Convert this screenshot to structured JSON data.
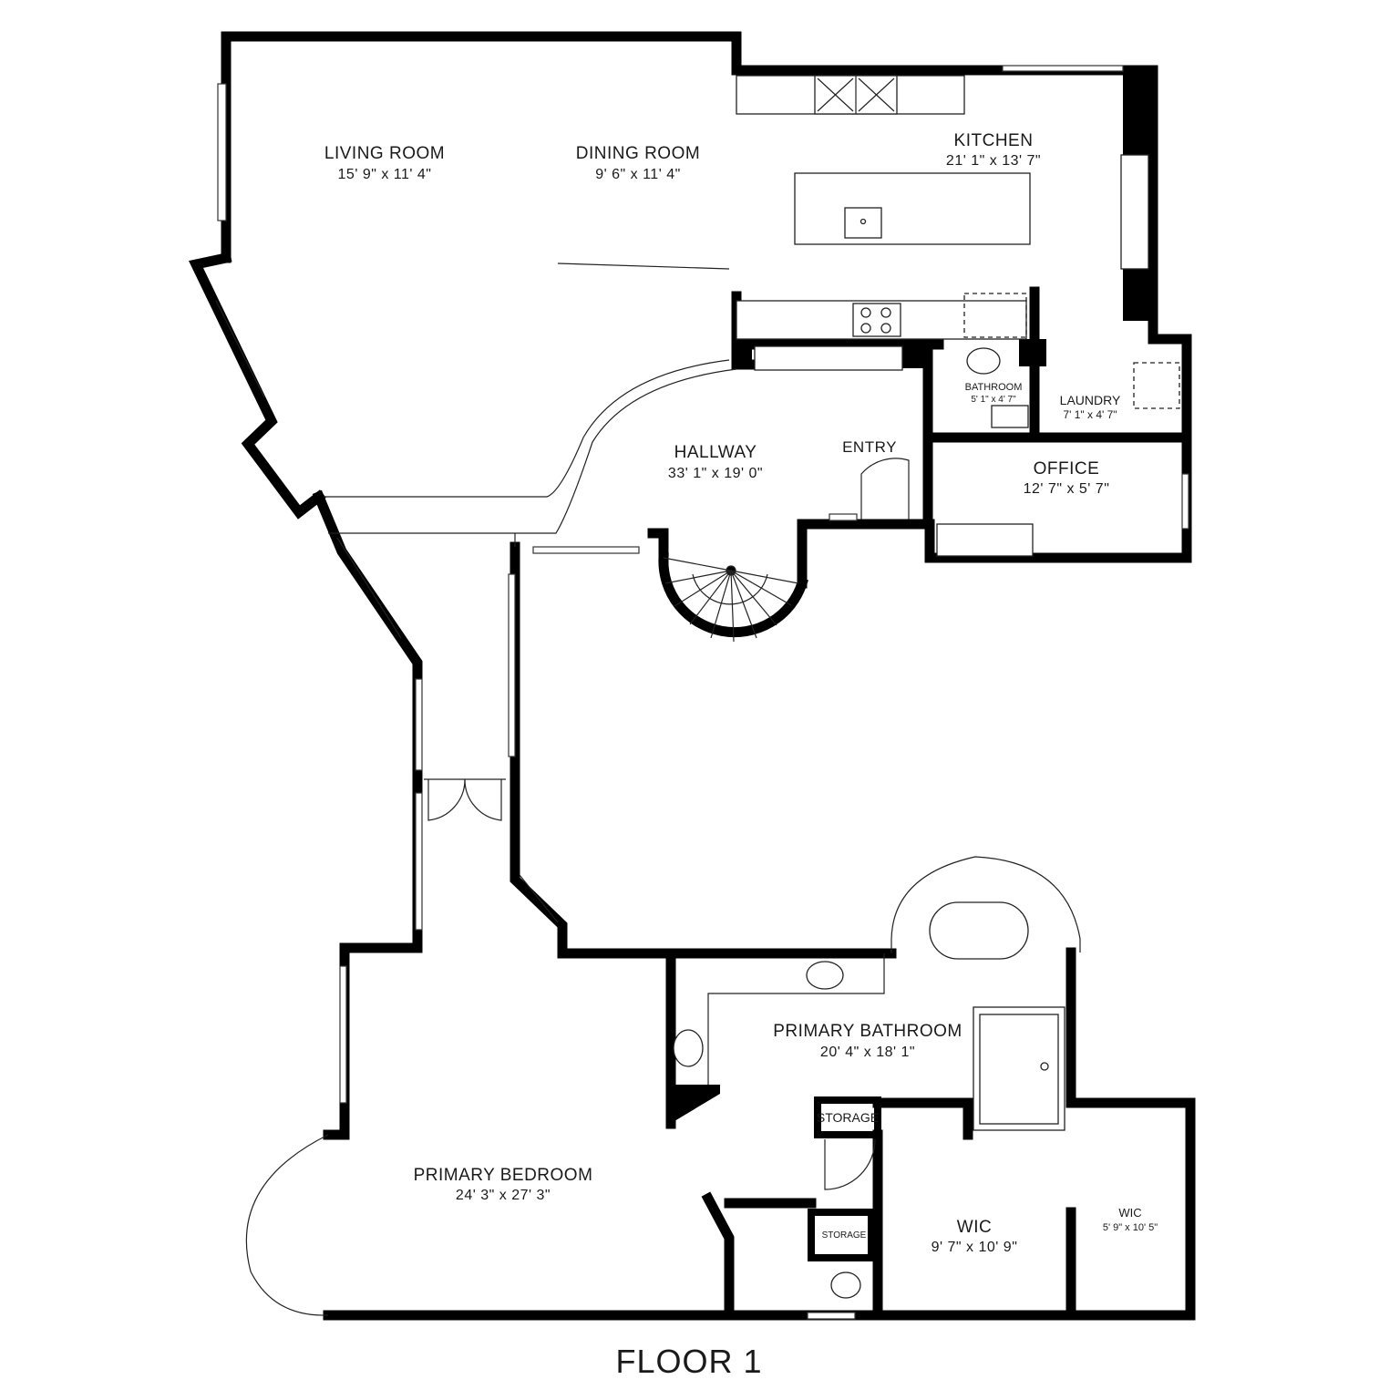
{
  "plan": {
    "title": "FLOOR 1",
    "rooms": {
      "living_room": {
        "name": "LIVING ROOM",
        "dims": "15' 9\" x 11' 4\""
      },
      "dining_room": {
        "name": "DINING ROOM",
        "dims": "9' 6\" x 11' 4\""
      },
      "kitchen": {
        "name": "KITCHEN",
        "dims": "21' 1\" x 13' 7\""
      },
      "bathroom": {
        "name": "BATHROOM",
        "dims": "5' 1\" x 4' 7\""
      },
      "laundry": {
        "name": "LAUNDRY",
        "dims": "7' 1\" x 4' 7\""
      },
      "hallway": {
        "name": "HALLWAY",
        "dims": "33' 1\" x 19' 0\""
      },
      "entry": {
        "name": "ENTRY"
      },
      "office": {
        "name": "OFFICE",
        "dims": "12' 7\" x 5' 7\""
      },
      "primary_bathroom": {
        "name": "PRIMARY BATHROOM",
        "dims": "20' 4\" x 18' 1\""
      },
      "storage_1": {
        "name": "STORAGE"
      },
      "storage_2": {
        "name": "STORAGE"
      },
      "primary_bedroom": {
        "name": "PRIMARY BEDROOM",
        "dims": "24' 3\" x 27' 3\""
      },
      "wic_1": {
        "name": "WIC",
        "dims": "9' 7\" x 10' 9\""
      },
      "wic_2": {
        "name": "WIC",
        "dims": "5' 9\" x 10' 5\""
      }
    }
  }
}
